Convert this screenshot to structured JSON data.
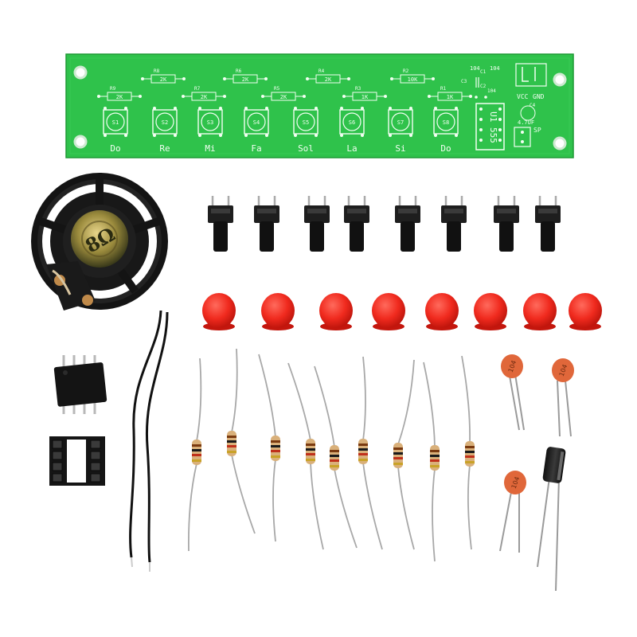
{
  "pcb": {
    "keys": [
      {
        "id": "S1",
        "note": "Do"
      },
      {
        "id": "S2",
        "note": "Re"
      },
      {
        "id": "S3",
        "note": "Mi"
      },
      {
        "id": "S4",
        "note": "Fa"
      },
      {
        "id": "S5",
        "note": "Sol"
      },
      {
        "id": "S6",
        "note": "La"
      },
      {
        "id": "S7",
        "note": "Si"
      },
      {
        "id": "S8",
        "note": "Do"
      }
    ],
    "resistors": [
      {
        "ref": "R8",
        "value": "2K"
      },
      {
        "ref": "R6",
        "value": "2K"
      },
      {
        "ref": "R4",
        "value": "2K"
      },
      {
        "ref": "R2",
        "value": "10K"
      },
      {
        "ref": "R9",
        "value": "2K"
      },
      {
        "ref": "R7",
        "value": "2K"
      },
      {
        "ref": "R5",
        "value": "2K"
      },
      {
        "ref": "R3",
        "value": "1K"
      },
      {
        "ref": "R1",
        "value": "1K"
      }
    ],
    "ic_label": "U1 555",
    "cap_labels": {
      "c1": "C1",
      "c2": "C2",
      "c3": "C3",
      "c4": "C4",
      "val_104a": "104",
      "val_104b": "104",
      "val_104c": "104",
      "elec": "4.7UF"
    },
    "power_labels": {
      "vcc": "VCC",
      "gnd": "GND",
      "sp": "SP"
    }
  },
  "speaker_label": "8Ω",
  "ceramic_cap_marking": "104",
  "colors": {
    "pcb": "#2fc24b",
    "button_cap": "#f02a1e",
    "resistor_body": "#d9b07a",
    "switch": "#1a1a1a"
  }
}
